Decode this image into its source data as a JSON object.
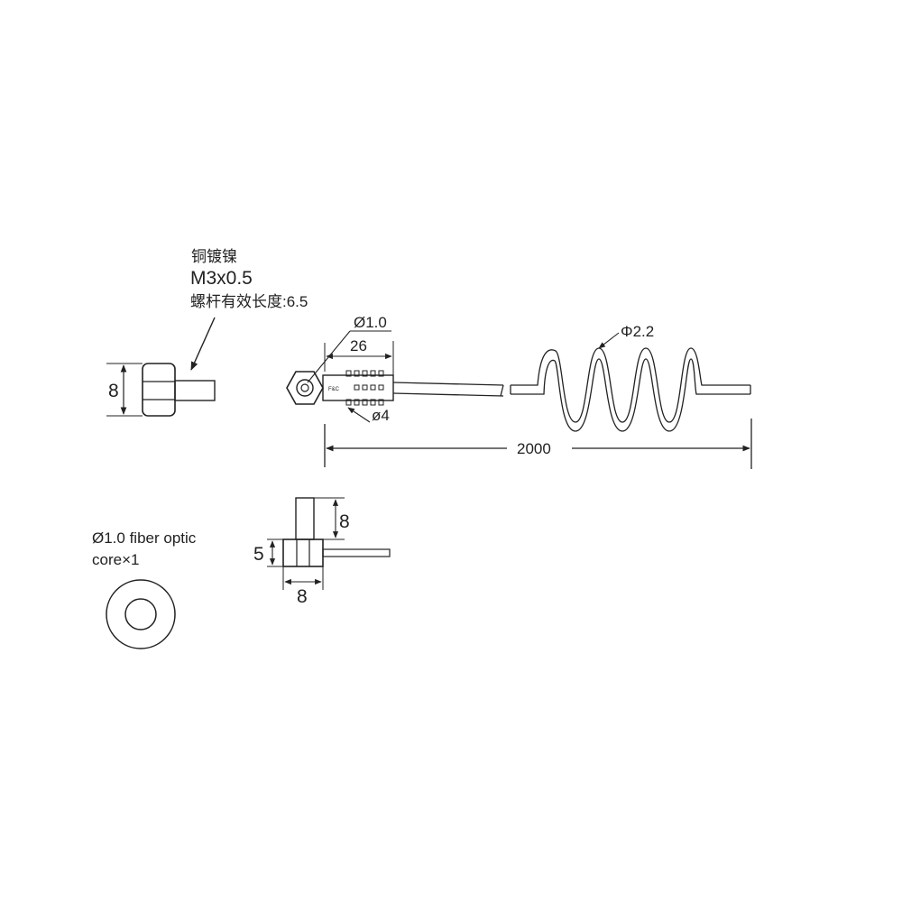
{
  "thread_note": {
    "material": "铜镀镍",
    "thread_spec": "M3x0.5",
    "effective_length": "螺杆有效长度:6.5"
  },
  "side_view": {
    "height_dim": "8"
  },
  "top_view": {
    "core_dia": "Ø1.0",
    "sleeve_length": "26",
    "sleeve_dia": "ø4",
    "cable_dia": "Φ2.2",
    "total_length": "2000",
    "sleeve_mark": "F&C"
  },
  "bottom_view": {
    "top_dim": "8",
    "height_dim": "5",
    "width_dim": "8"
  },
  "fiber_core": {
    "line1": "Ø1.0 fiber optic",
    "line2": "core×1"
  },
  "colors": {
    "line": "#222222",
    "background": "#ffffff"
  }
}
